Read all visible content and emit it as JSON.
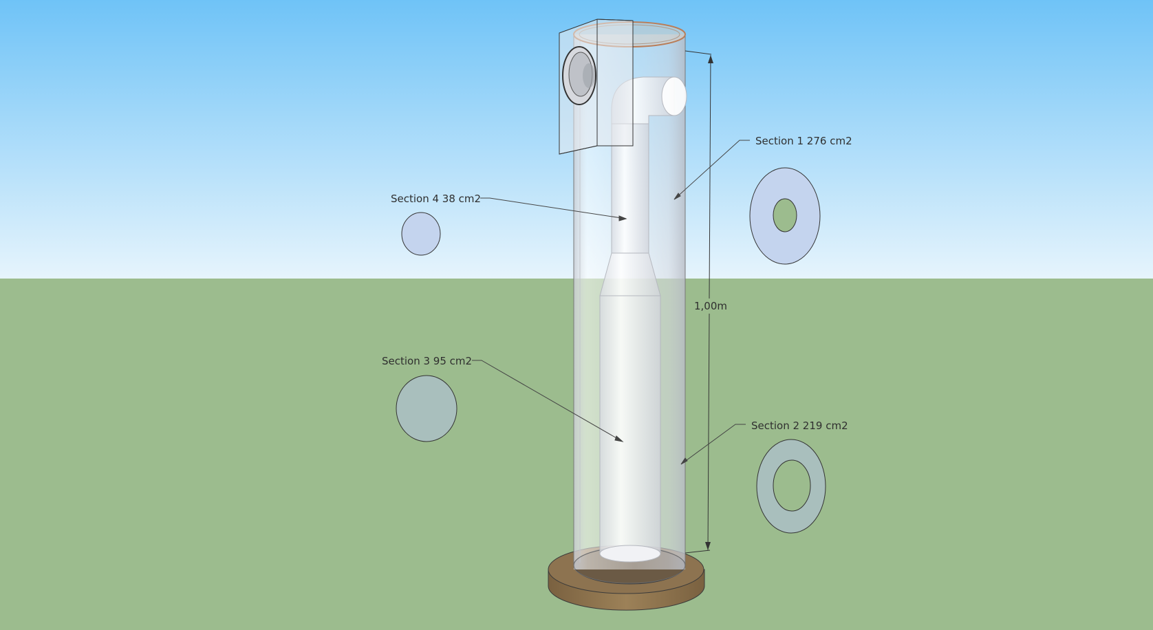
{
  "scene": {
    "sky_color_top": "#6fc3f7",
    "sky_color_bottom": "#e4f3fc",
    "ground_color": "#9cbc8e",
    "tube_outline_color": "#555555",
    "base_color": "#8a6f48"
  },
  "dimension": {
    "label": "1,00m"
  },
  "annotations": [
    {
      "id": "section-1",
      "label": "Section 1 276 cm2",
      "shape": "ring",
      "fill": "#c4d4ee"
    },
    {
      "id": "section-2",
      "label": "Section 2 219 cm2",
      "shape": "ring",
      "fill": "#a9bfbd"
    },
    {
      "id": "section-3",
      "label": "Section 3 95 cm2",
      "shape": "disc",
      "fill": "#a9bfbd"
    },
    {
      "id": "section-4",
      "label": "Section 4 38 cm2",
      "shape": "disc",
      "fill": "#c4d4ee"
    }
  ]
}
